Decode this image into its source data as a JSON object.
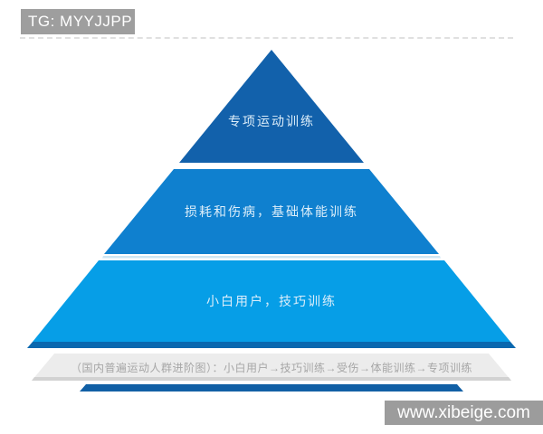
{
  "banner": {
    "text": "TG: MYYJJPP",
    "bg": "#9e9e9e",
    "text_color": "#ffffff"
  },
  "artifact_line": {
    "color": "#d9d9d9"
  },
  "pyramid": {
    "levels": [
      {
        "label": "专项运动训练",
        "color": "#1261ab"
      },
      {
        "label": "损耗和伤病，基础体能训练",
        "color": "#0f80cf"
      },
      {
        "label": "小白用户，技巧训练",
        "color": "#069ee7",
        "bottom_edge_color": "#0a68af"
      }
    ],
    "label_color": "#ddeefa",
    "separator_tint": "#b8dcf0",
    "base": {
      "caption": "（国内普遍运动人群进阶图）：小白用户→技巧训练→受伤→体能训练→专项训练",
      "bg": "#ececec",
      "edge": "#d2d2d2",
      "caption_color": "#a6a6a6",
      "bar_color": "#115fa5"
    }
  },
  "watermark": {
    "text": "www.xibeige.com",
    "bg": "#9c9c9c",
    "text_color": "#ffffff"
  }
}
